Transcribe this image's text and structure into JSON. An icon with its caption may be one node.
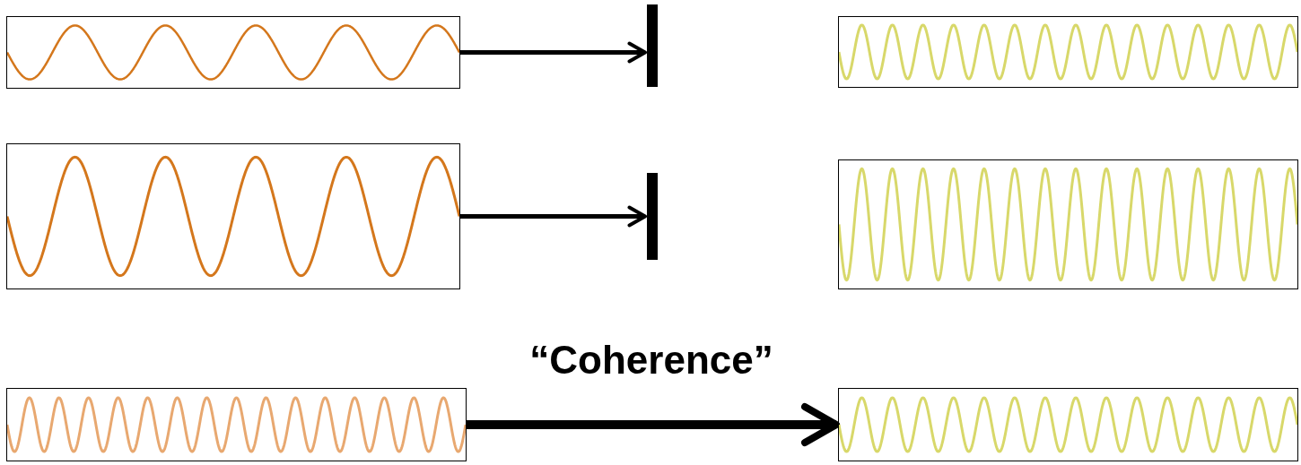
{
  "diagram": {
    "nodes": [
      {
        "text": [],
        "shape": "picture"
      },
      {
        "text": [],
        "shape": "bar"
      },
      {
        "text": [],
        "shape": "picture"
      },
      {
        "text": [],
        "shape": "picture"
      },
      {
        "text": [],
        "shape": "bar"
      },
      {
        "text": [],
        "shape": "picture"
      },
      {
        "text": [],
        "shape": "picture"
      },
      {
        "text": [],
        "shape": "picture"
      }
    ],
    "edges": [
      {
        "from": 0,
        "to": 1,
        "arrow": "to"
      },
      {
        "from": 3,
        "to": 4,
        "arrow": "to"
      },
      {
        "from": 6,
        "to": 7,
        "arrow": "to",
        "label": "“Coherence”",
        "style": "thick"
      }
    ]
  }
}
